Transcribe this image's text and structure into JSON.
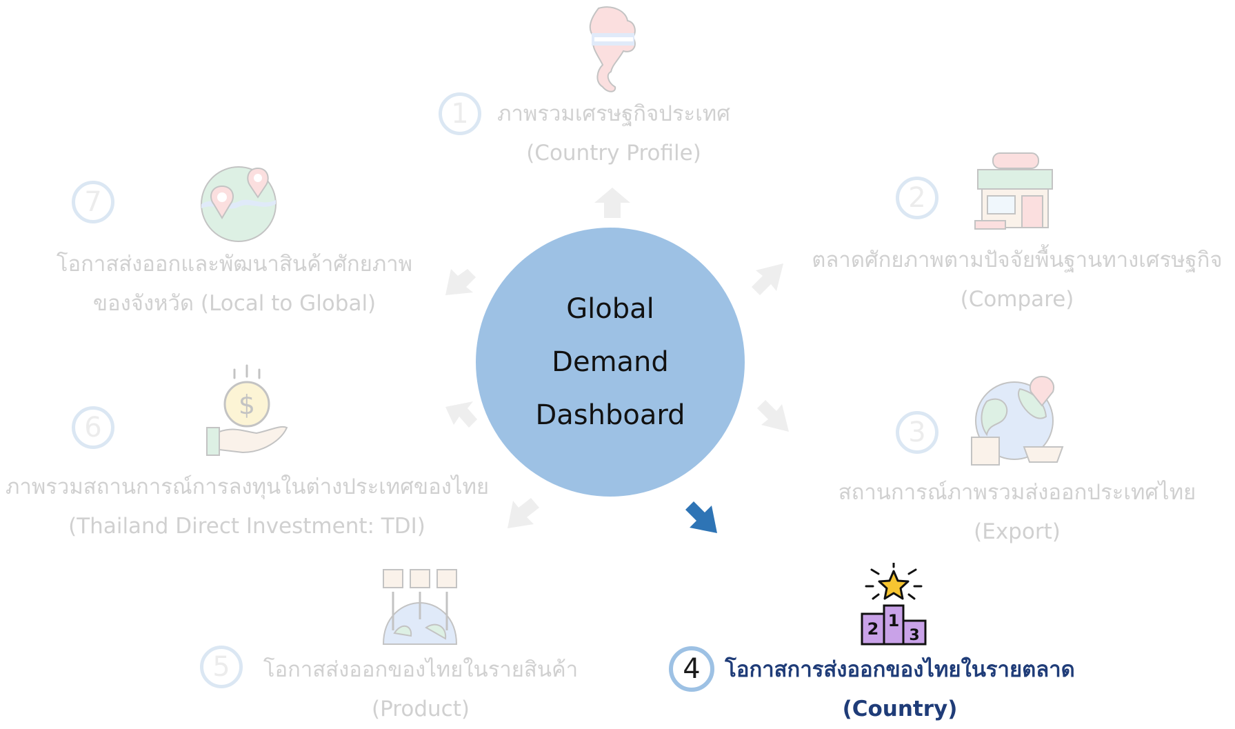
{
  "center": {
    "lines": [
      "Global",
      "Demand",
      "Dashboard"
    ]
  },
  "items": [
    {
      "number": "1",
      "line1": "ภาพรวมเศรษฐกิจประเทศ",
      "line2": "(Country Profile)",
      "icon": "thailand-map-icon",
      "active": false
    },
    {
      "number": "2",
      "line1": "ตลาดศักยภาพตามปัจจัยพื้นฐานทางเศรษฐกิจ",
      "line2": "(Compare)",
      "icon": "market-store-icon",
      "active": false
    },
    {
      "number": "3",
      "line1": "สถานการณ์ภาพรวมส่งออกประเทศไทย",
      "line2": "(Export)",
      "icon": "globe-export-icon",
      "active": false
    },
    {
      "number": "4",
      "line1": "โอกาสการส่งออกของไทยในรายตลาด",
      "line2": "(Country)",
      "icon": "podium-star-icon",
      "active": true
    },
    {
      "number": "5",
      "line1": "โอกาสส่งออกของไทยในรายสินค้า",
      "line2": "(Product)",
      "icon": "product-boxes-icon",
      "active": false
    },
    {
      "number": "6",
      "line1": "ภาพรวมสถานการณ์การลงทุนในต่างประเทศของไทย",
      "line2": "(Thailand Direct Investment: TDI)",
      "icon": "investment-hand-icon",
      "active": false
    },
    {
      "number": "7",
      "line1": "โอกาสส่งออกและพัฒนาสินค้าศักยภาพ",
      "line2": "ของจังหวัด (Local to Global)",
      "icon": "location-map-icon",
      "active": false
    }
  ],
  "colors": {
    "center": "#9dc1e4",
    "active_text": "#1f3c78",
    "active_arrow": "#2e74b5",
    "inactive_text": "#d0d0d0"
  }
}
